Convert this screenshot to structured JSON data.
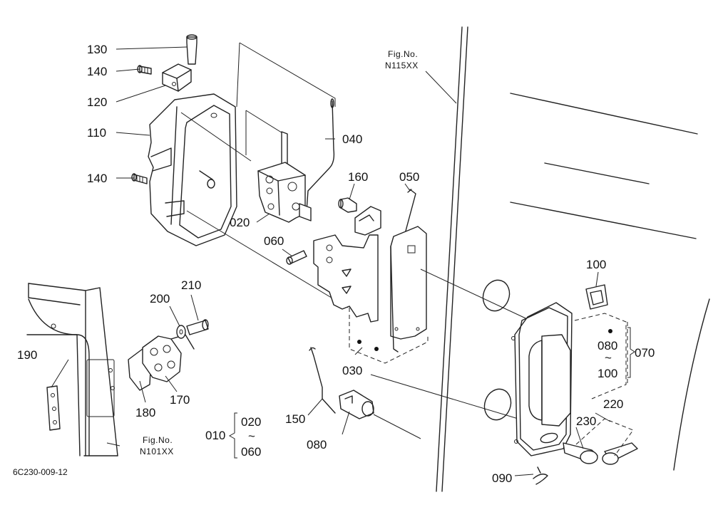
{
  "diagram": {
    "callouts": {
      "c130": "130",
      "c140a": "140",
      "c120": "120",
      "c110": "110",
      "c140b": "140",
      "c040": "040",
      "c020": "020",
      "c160": "160",
      "c050": "050",
      "c060": "060",
      "c030": "030",
      "c100": "100",
      "c070": "070",
      "c080": "080",
      "c080_range_end": "100",
      "c090": "090",
      "c220": "220",
      "c230": "230",
      "c210": "210",
      "c200": "200",
      "c190": "190",
      "c180": "180",
      "c170": "170",
      "c150": "150",
      "c080b": "080",
      "c010": "010",
      "c010_range_start": "020",
      "c010_range_end": "060",
      "range_tilde": "~"
    },
    "figure_refs": {
      "ref1_label": "Fig.No.",
      "ref1_number": "N115XX",
      "ref2_label": "Fig.No.",
      "ref2_number": "N101XX"
    },
    "drawing_code": "6C230-009-12"
  }
}
